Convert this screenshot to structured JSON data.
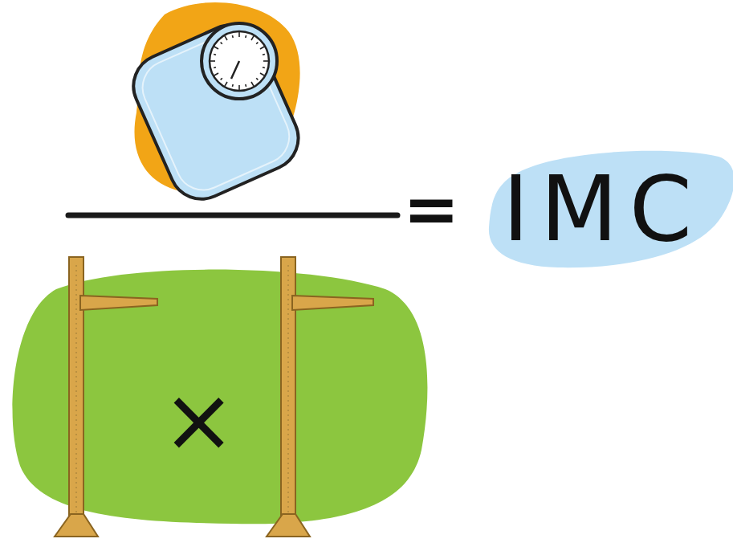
{
  "diagram": {
    "nodes": [
      {
        "text": [
          "IMC"
        ]
      },
      {
        "text": [
          "×"
        ]
      }
    ],
    "labels": [
      "="
    ]
  }
}
